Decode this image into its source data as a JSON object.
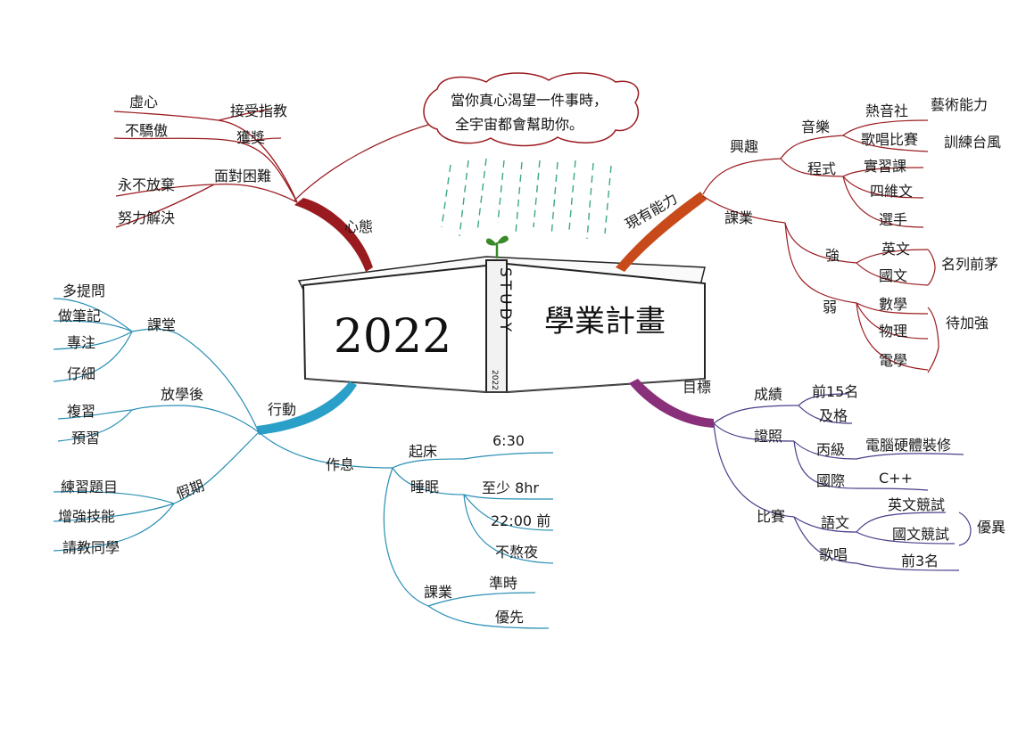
{
  "book": {
    "year": "2022",
    "title": "學業計畫",
    "spine": "STUDY",
    "spine_year": "2022"
  },
  "quote": {
    "line1": "當你真心渴望一件事時，",
    "line2": "全宇宙都會幫助你。"
  },
  "mindset": {
    "label": "心態",
    "groups": [
      {
        "label": "接受指教",
        "items": [
          "虛心"
        ]
      },
      {
        "label": "獲獎",
        "items": [
          "不驕傲"
        ]
      },
      {
        "label": "面對困難",
        "items": [
          "永不放棄",
          "努力解決"
        ]
      }
    ]
  },
  "abilities": {
    "label": "現有能力",
    "interest": {
      "label": "興趣",
      "music": {
        "label": "音樂",
        "club": "熱音社",
        "contest": "歌唱比賽"
      },
      "coding": {
        "label": "程式",
        "items": [
          "實習課",
          "四維文",
          "選手"
        ]
      },
      "art": "藝術能力",
      "stage": "訓練台風"
    },
    "academics": {
      "label": "課業",
      "strong": {
        "label": "強",
        "items": [
          "英文",
          "國文"
        ],
        "note": "名列前茅"
      },
      "weak": {
        "label": "弱",
        "items": [
          "數學",
          "物理",
          "電學"
        ],
        "note": "待加強"
      }
    }
  },
  "goals": {
    "label": "目標",
    "grades": {
      "label": "成績",
      "items": [
        "前15名",
        "及格"
      ]
    },
    "certificates": {
      "label": "證照",
      "items": [
        {
          "label": "丙級",
          "detail": "電腦硬體裝修"
        },
        {
          "label": "國際",
          "detail": "C++"
        }
      ]
    },
    "contests": {
      "label": "比賽",
      "chinese": {
        "label": "語文",
        "items": [
          "英文競試",
          "國文競試"
        ],
        "note": "優異"
      },
      "singing": {
        "label": "歌唱",
        "detail": "前3名"
      }
    }
  },
  "action": {
    "label": "行動",
    "classroom": {
      "label": "課堂",
      "items": [
        "多提問",
        "做筆記",
        "專注",
        "仔細"
      ]
    },
    "after_school": {
      "label": "放學後",
      "items": [
        "複習",
        "預習"
      ]
    },
    "holidays": {
      "label": "假期",
      "items": [
        "練習題目",
        "增強技能",
        "請教同學"
      ]
    },
    "routine": {
      "label": "作息",
      "wake": {
        "label": "起床",
        "value": "6:30"
      },
      "sleep": {
        "label": "睡眠",
        "items": [
          "至少 8hr",
          "22:00 前",
          "不熬夜"
        ]
      },
      "homework": {
        "label": "課業",
        "items": [
          "準時",
          "優先"
        ]
      }
    }
  },
  "colors": {
    "mindset": "#9a1b1f",
    "abilities": "#c84a1a",
    "goals": "#8a2f7a",
    "action": "#2aa0c8",
    "seedling": "#3a8a2a",
    "rain": "#3aa88a"
  }
}
